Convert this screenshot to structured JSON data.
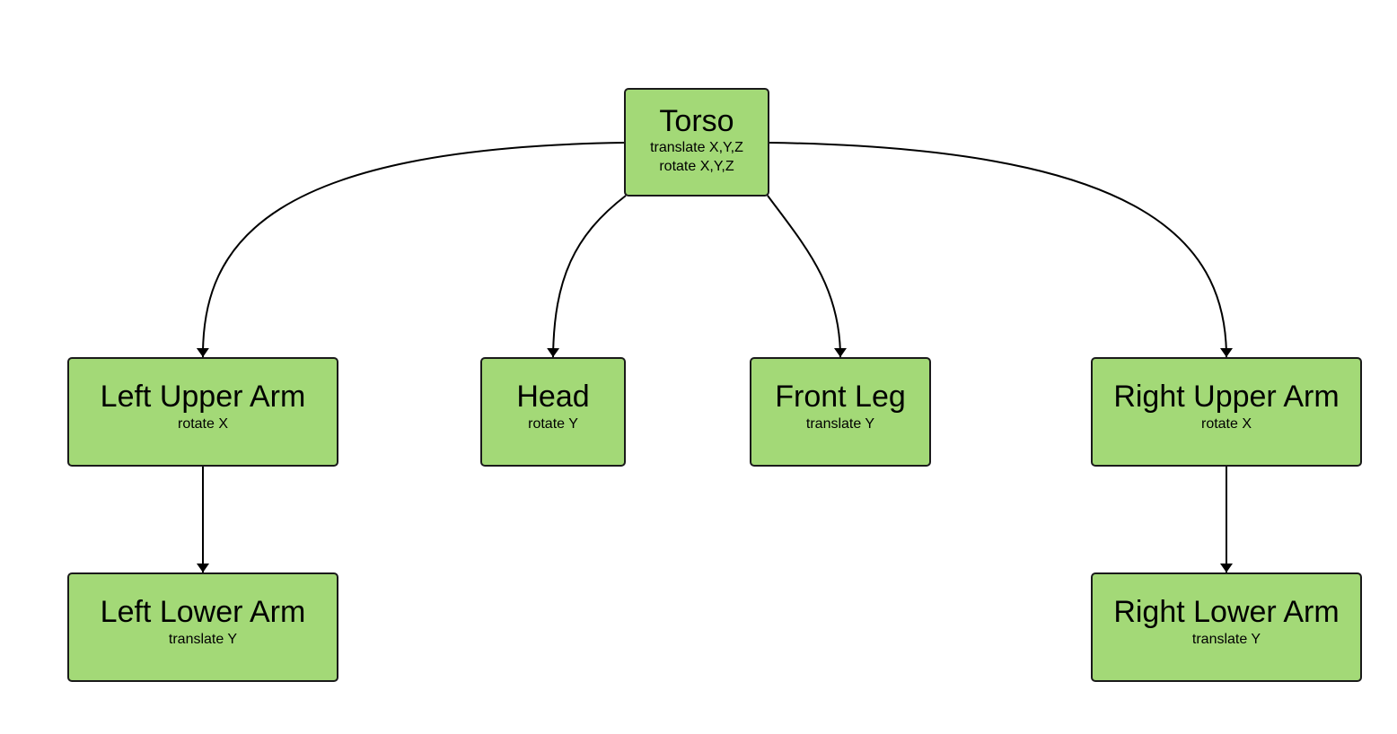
{
  "colors": {
    "node_fill": "#a3d977",
    "node_border": "#1a1a1a",
    "edge": "#000000"
  },
  "nodes": {
    "torso": {
      "title": "Torso",
      "lines": [
        "translate X,Y,Z",
        "rotate X,Y,Z"
      ]
    },
    "left_upper_arm": {
      "title": "Left Upper Arm",
      "lines": [
        "rotate X"
      ]
    },
    "head": {
      "title": "Head",
      "lines": [
        "rotate Y"
      ]
    },
    "front_leg": {
      "title": "Front Leg",
      "lines": [
        "translate Y"
      ]
    },
    "right_upper_arm": {
      "title": "Right Upper Arm",
      "lines": [
        "rotate X"
      ]
    },
    "left_lower_arm": {
      "title": "Left Lower Arm",
      "lines": [
        "translate Y"
      ]
    },
    "right_lower_arm": {
      "title": "Right Lower Arm",
      "lines": [
        "translate Y"
      ]
    }
  },
  "edges": [
    {
      "from": "torso",
      "to": "left_upper_arm"
    },
    {
      "from": "torso",
      "to": "head"
    },
    {
      "from": "torso",
      "to": "front_leg"
    },
    {
      "from": "torso",
      "to": "right_upper_arm"
    },
    {
      "from": "left_upper_arm",
      "to": "left_lower_arm"
    },
    {
      "from": "right_upper_arm",
      "to": "right_lower_arm"
    }
  ]
}
